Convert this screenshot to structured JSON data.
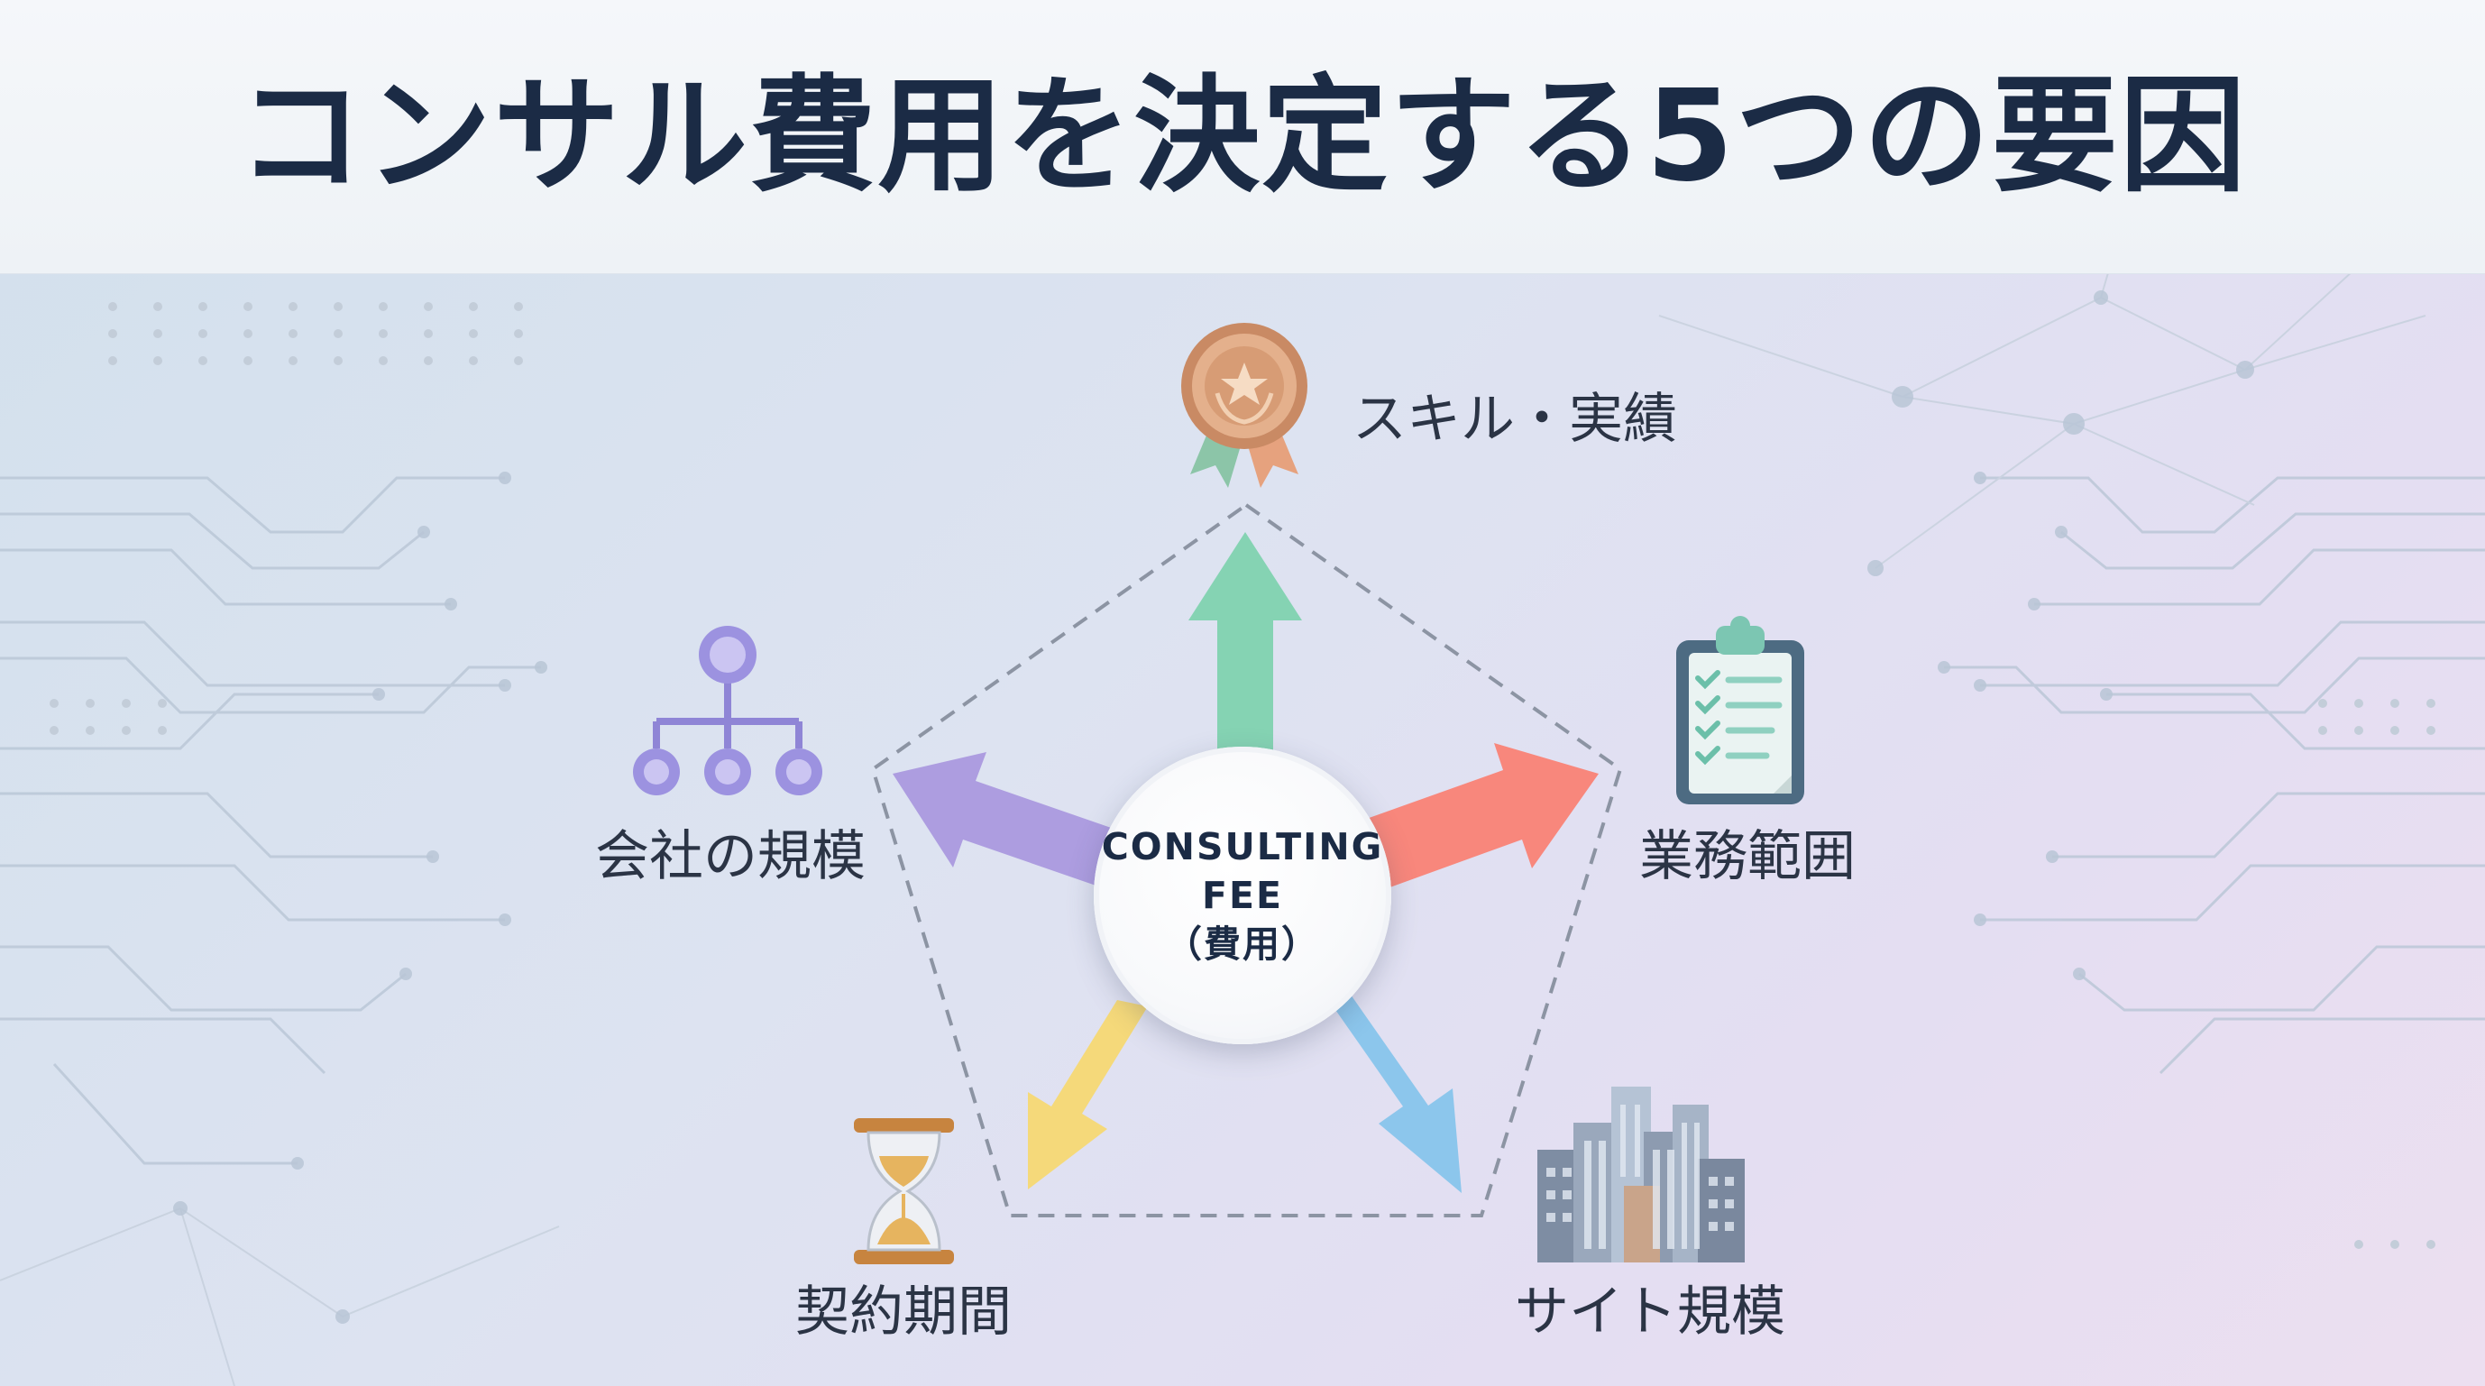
{
  "title": "コンサル費用を決定する5つの要因",
  "center": {
    "line1": "CONSULTING",
    "line2": "FEE",
    "line3": "（費用）"
  },
  "factors": [
    {
      "label": "スキル・実績",
      "icon": "award-medal-icon",
      "arrow_color": "#85d3b3"
    },
    {
      "label": "業務範囲",
      "icon": "clipboard-checklist-icon",
      "arrow_color": "#f8877c"
    },
    {
      "label": "サイト規模",
      "icon": "city-buildings-icon",
      "arrow_color": "#8cc6ec"
    },
    {
      "label": "契約期間",
      "icon": "hourglass-icon",
      "arrow_color": "#f5d97a"
    },
    {
      "label": "会社の規模",
      "icon": "org-chart-icon",
      "arrow_color": "#ad9de0"
    }
  ]
}
